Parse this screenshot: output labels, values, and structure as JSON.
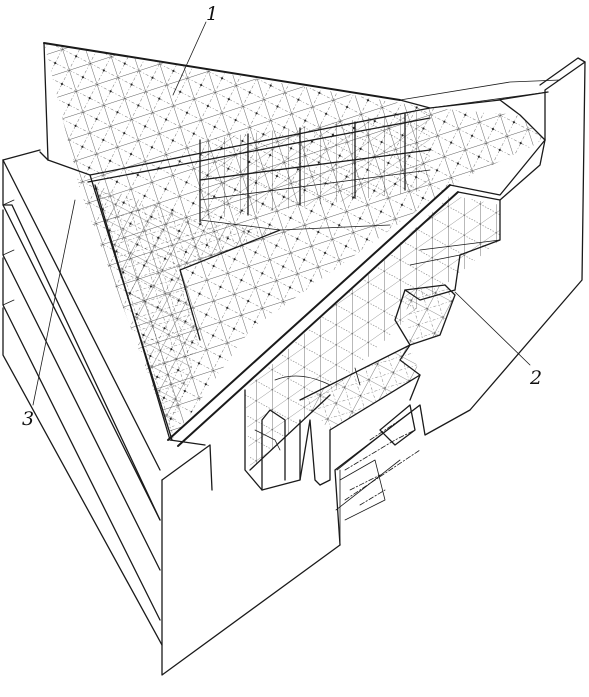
{
  "figure": {
    "callouts": [
      {
        "id": "1",
        "label": "1"
      },
      {
        "id": "2",
        "label": "2"
      },
      {
        "id": "3",
        "label": "3"
      }
    ],
    "colors": {
      "ink": "#1a1a1a",
      "paper": "#ffffff"
    }
  }
}
